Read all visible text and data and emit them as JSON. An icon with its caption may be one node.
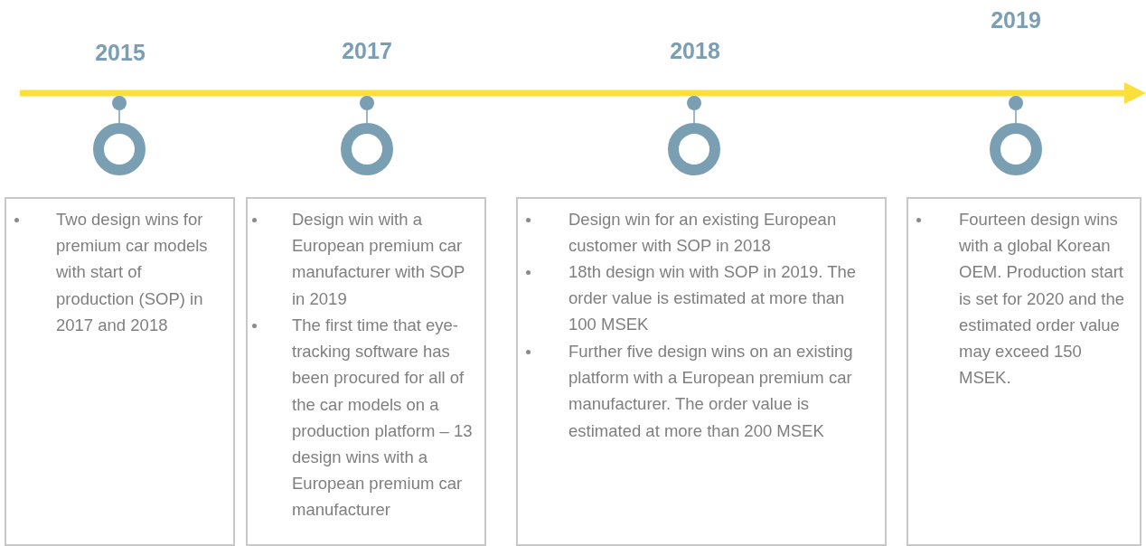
{
  "diagram": {
    "nodes": [
      {
        "text": [],
        "shape": "circle",
        "beside": [
          "2015"
        ]
      },
      {
        "text": [
          "Two design wins for premium car models with start of production (SOP) in 2017 and 2018"
        ]
      },
      {
        "text": [],
        "shape": "circle",
        "beside": [
          "2017"
        ]
      },
      {
        "text": [
          "Design win with a European premium car manufacturer with SOP in 2019",
          "The first time that eye-tracking software has been procured for all of the car models on a production platform – 13 design wins with a European premium car manufacturer"
        ]
      },
      {
        "text": [],
        "shape": "circle",
        "beside": [
          "2018"
        ]
      },
      {
        "text": [
          "Design win for an existing European customer with SOP in 2018",
          "18th design win with SOP in 2019. The order value is estimated at more than 100 MSEK",
          "Further five design wins on an existing platform with a European premium car manufacturer. The order value is estimated at more than 200 MSEK"
        ]
      },
      {
        "text": [],
        "shape": "circle"
      },
      {
        "text": [
          "Fourteen design wins with a global Korean OEM. Production start is set for 2020 and the estimated order value may exceed 150 MSEK."
        ]
      }
    ],
    "edges": [],
    "labels": [
      "2019"
    ]
  }
}
